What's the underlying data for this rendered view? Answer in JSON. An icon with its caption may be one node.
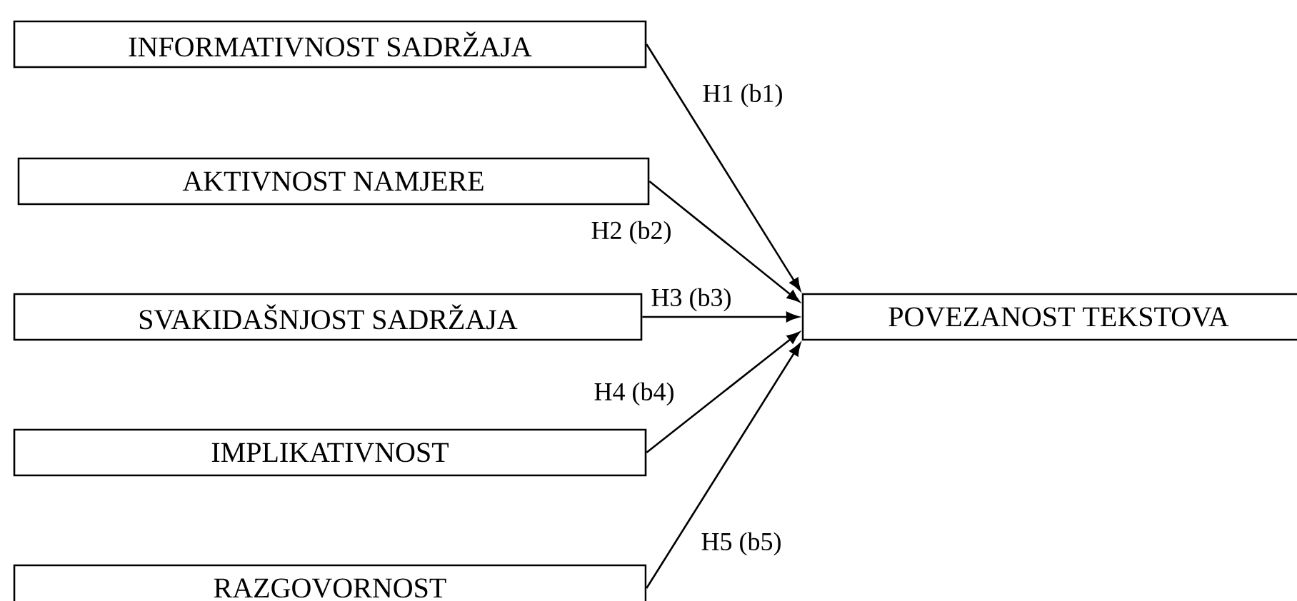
{
  "diagram": {
    "nodes": [
      {
        "text": [
          "INFORMATIVNOST SADRŽAJA"
        ]
      },
      {
        "text": [
          "AKTIVNOST NAMJERE"
        ]
      },
      {
        "text": [
          "SVAKIDAŠNJOST SADRŽAJA"
        ]
      },
      {
        "text": [
          "IMPLIKATIVNOST"
        ]
      },
      {
        "text": [
          "RAZGOVORNOST"
        ]
      },
      {
        "text": [
          "POVEZANOST TEKSTOVA"
        ]
      }
    ],
    "edges": [
      {
        "from": 0,
        "to": 5,
        "arrow": "to",
        "label": "H1 (b1)"
      },
      {
        "from": 1,
        "to": 5,
        "arrow": "to",
        "label": "H2 (b2)"
      },
      {
        "from": 2,
        "to": 5,
        "arrow": "to",
        "label": "H3 (b3)"
      },
      {
        "from": 3,
        "to": 5,
        "arrow": "to",
        "label": "H4 (b4)"
      },
      {
        "from": 4,
        "to": 5,
        "arrow": "to",
        "label": "H5 (b5)"
      }
    ]
  }
}
